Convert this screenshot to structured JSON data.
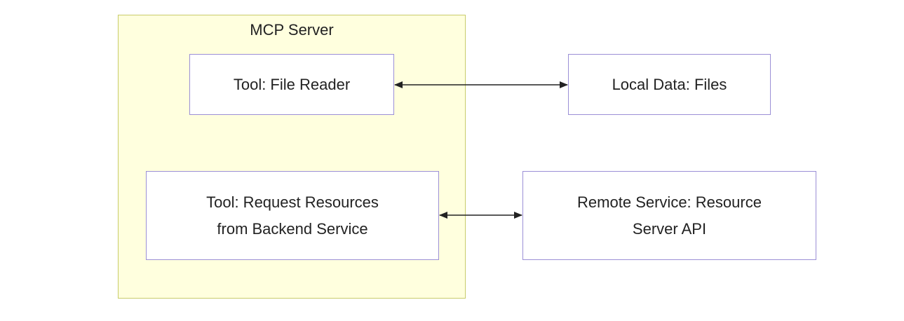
{
  "group": {
    "title": "MCP Server"
  },
  "nodes": {
    "file_reader": {
      "lines": [
        "Tool: File Reader"
      ]
    },
    "local_files": {
      "lines": [
        "Local Data: Files"
      ]
    },
    "request_resources": {
      "lines": [
        "Tool: Request Resources",
        "from Backend Service"
      ]
    },
    "remote_service": {
      "lines": [
        "Remote Service: Resource",
        "Server API"
      ]
    }
  },
  "edges": [
    {
      "from": "file_reader",
      "to": "local_files",
      "direction": "both"
    },
    {
      "from": "request_resources",
      "to": "remote_service",
      "direction": "both"
    }
  ],
  "colors": {
    "group_fill": "#ffffde",
    "group_border": "#c8cc6a",
    "node_border": "#9b8fd6",
    "edge": "#222222"
  }
}
